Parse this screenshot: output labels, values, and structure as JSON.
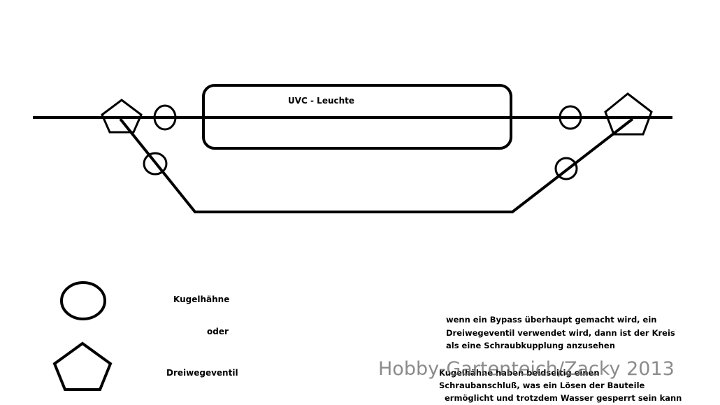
{
  "diagram": {
    "uvc_label": "UVC - Leuchte"
  },
  "legend": {
    "ball_valve_label": "Kugelhähne",
    "or_label": "oder",
    "three_way_label": "Dreiwegeventil"
  },
  "notes": {
    "paragraph1": [
      "wenn ein Bypass überhaupt gemacht wird, ein",
      "Dreiwegeventil verwendet wird, dann ist der Kreis",
      "als eine Schraubkupplung anzusehen"
    ],
    "paragraph2": [
      "Kugelhähne haben beidseitig einen",
      "Schraubanschluß, was ein Lösen der Bauteile",
      "ermöglicht und trotzdem Wasser gesperrt sein kann"
    ]
  },
  "watermark": "Hobby-Gartenteich/Zacky 2013",
  "colors": {
    "stroke": "#000000",
    "background": "#ffffff",
    "watermark": "#6b6b6b"
  }
}
